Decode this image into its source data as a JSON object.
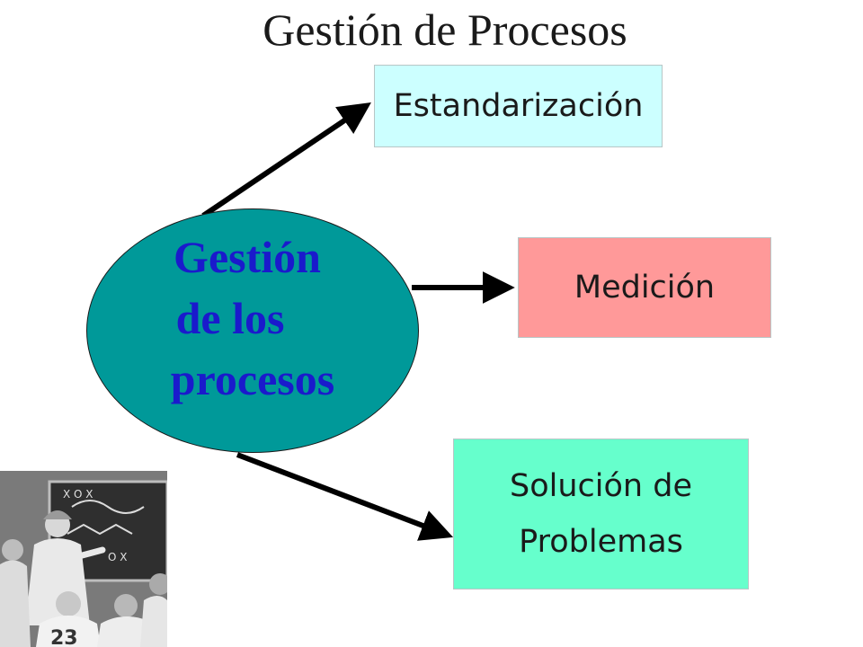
{
  "title": "Gestión de Procesos",
  "hub": {
    "lines": [
      "Gestión",
      "de los",
      "procesos"
    ],
    "fill": "#009999",
    "text_color": "#1a1acc"
  },
  "nodes": [
    {
      "id": "estandarizacion",
      "lines": [
        "Estandarización"
      ],
      "fill": "#ccffff"
    },
    {
      "id": "medicion",
      "lines": [
        "Medición"
      ],
      "fill": "#ff9999"
    },
    {
      "id": "solucion",
      "lines": [
        "Solución de",
        "Problemas"
      ],
      "fill": "#66ffcc"
    }
  ],
  "photo": {
    "description": "black-and-white photo of a coach explaining a play on a chalkboard to football players",
    "icon": "photo-icon"
  }
}
